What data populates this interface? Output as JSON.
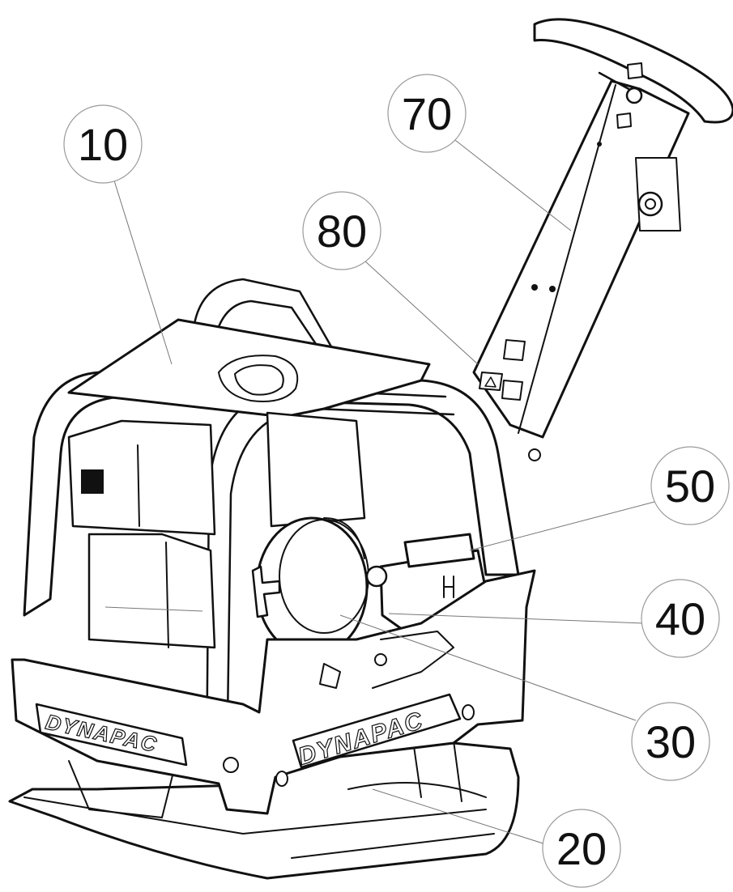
{
  "diagram": {
    "brand": "DYNAPAC",
    "callouts": [
      {
        "id": "10",
        "label": "10"
      },
      {
        "id": "20",
        "label": "20"
      },
      {
        "id": "30",
        "label": "30"
      },
      {
        "id": "40",
        "label": "40"
      },
      {
        "id": "50",
        "label": "50"
      },
      {
        "id": "70",
        "label": "70"
      },
      {
        "id": "80",
        "label": "80"
      }
    ]
  }
}
